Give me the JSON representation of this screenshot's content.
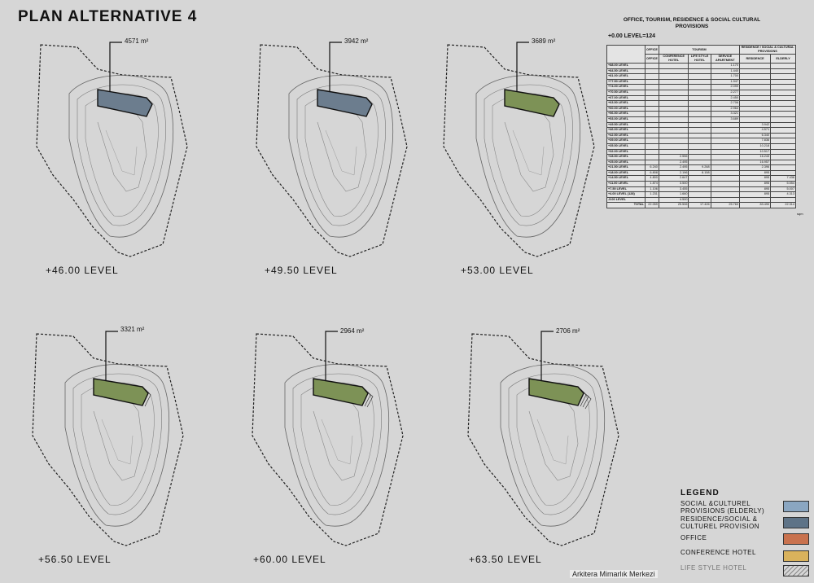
{
  "title": "PLAN ALTERNATIVE 4",
  "plans": [
    {
      "area": "4571 m²",
      "level": "+46.00  LEVEL",
      "fill": "#6c7d8e",
      "steps": 0
    },
    {
      "area": "3942 m²",
      "level": "+49.50  LEVEL",
      "fill": "#6c7d8e",
      "steps": 0
    },
    {
      "area": "3689 m²",
      "level": "+53.00  LEVEL",
      "fill": "#7d9256",
      "steps": 0
    },
    {
      "area": "3321 m²",
      "level": "+56.50 LEVEL",
      "fill": "#7d9256",
      "steps": 1
    },
    {
      "area": "2964 m²",
      "level": "+60.00 LEVEL",
      "fill": "#7d9256",
      "steps": 2
    },
    {
      "area": "2706 m²",
      "level": "+63.50  LEVEL",
      "fill": "#7d9256",
      "steps": 3
    }
  ],
  "table": {
    "title_line1": "OFFICE, TOURISM, RESIDENCE & SOCIAL CULTURAL",
    "title_line2": "PROVISIONS",
    "zero_level": "+0.00 LEVEL=124",
    "groups": {
      "office": "OFFICE",
      "tourism": "TOURISM",
      "residence": "RESIDENCE / SOCIAL & CULTURAL PROVISIONS"
    },
    "columns": [
      "OFFICE",
      "CONFERENCE HOTEL",
      "LIFE STYLE HOTEL",
      "SERVICE APARTMENT",
      "RESIDENCE",
      "ELDERLY"
    ],
    "rows": [
      [
        "+88.00 LEVEL",
        "",
        "",
        "",
        "1.170",
        "",
        ""
      ],
      [
        "+84.50 LEVEL",
        "",
        "",
        "",
        "1.440",
        "",
        ""
      ],
      [
        "+81.00 LEVEL",
        "",
        "",
        "",
        "1.700",
        "",
        ""
      ],
      [
        "+77.50 LEVEL",
        "",
        "",
        "",
        "1.947",
        "",
        ""
      ],
      [
        "+74.00 LEVEL",
        "",
        "",
        "",
        "2.099",
        "",
        ""
      ],
      [
        "+70.50 LEVEL",
        "",
        "",
        "",
        "2.277",
        "",
        ""
      ],
      [
        "+67.00 LEVEL",
        "",
        "",
        "",
        "2.450",
        "",
        ""
      ],
      [
        "+63.50 LEVEL",
        "",
        "",
        "",
        "2.706",
        "",
        ""
      ],
      [
        "+60.00 LEVEL",
        "",
        "",
        "",
        "2.964",
        "",
        ""
      ],
      [
        "+56.50 LEVEL",
        "",
        "",
        "",
        "3.321",
        "",
        ""
      ],
      [
        "+53.00 LEVEL",
        "",
        "",
        "",
        "3.689",
        "",
        ""
      ],
      [
        "+49.50 LEVEL",
        "",
        "",
        "",
        "",
        "3.942",
        ""
      ],
      [
        "+46.00 LEVEL",
        "",
        "",
        "",
        "",
        "4.571",
        ""
      ],
      [
        "+42.50 LEVEL",
        "",
        "",
        "",
        "",
        "6.340",
        ""
      ],
      [
        "+39.00 LEVEL",
        "",
        "",
        "",
        "",
        "7.836",
        ""
      ],
      [
        "+35.50 LEVEL",
        "",
        "",
        "",
        "",
        "10.218",
        ""
      ],
      [
        "+32.00 LEVEL",
        "",
        "",
        "",
        "",
        "10.517",
        ""
      ],
      [
        "+28.50 LEVEL",
        "",
        "2.556",
        "",
        "",
        "16.243",
        ""
      ],
      [
        "+25.00 LEVEL",
        "",
        "2.495",
        "",
        "",
        "16.957",
        ""
      ],
      [
        "+21.50 LEVEL",
        "6.240",
        "2.495",
        "9.268",
        "",
        "2.396",
        ""
      ],
      [
        "+18.00 LEVEL",
        "6.808",
        "2.196",
        "8.158",
        "",
        "895",
        ""
      ],
      [
        "+14.50 LEVEL",
        "4.800",
        "2.647",
        "",
        "",
        "895",
        "7.436"
      ],
      [
        "+11.00 LEVEL",
        "1.874",
        "3.500",
        "",
        "",
        "895",
        "5.554"
      ],
      [
        "+7.50 LEVEL",
        "1.106",
        "3.455",
        "",
        "",
        "895",
        "5.007"
      ],
      [
        "+4.00 LEVEL (128)",
        "1.231",
        "1.660",
        "",
        "",
        "895",
        "4.313"
      ],
      [
        "-5.00 LEVEL",
        "",
        "4.500",
        "",
        "",
        "",
        ""
      ]
    ],
    "total_label": "TOTAL",
    "totals": [
      "22.059",
      "25.506",
      "17.426",
      "25.763",
      "83.490",
      "22.314"
    ],
    "unit": "sqm"
  },
  "legend": {
    "title": "LEGEND",
    "items": [
      {
        "label": "SOCIAL &CULTUREL PROVISIONS (ELDERLY)",
        "color": "#8aa6c1"
      },
      {
        "label": "RESIDENCE/SOCIAL & CULTUREL PROVISION",
        "color": "#5e7387"
      },
      {
        "label": "OFFICE",
        "color": "#c9724e"
      },
      {
        "label": "CONFERENCE HOTEL",
        "color": "#d9b25c"
      },
      {
        "label": "LIFE STYLE HOTEL",
        "color": "#c8c8c8"
      }
    ]
  },
  "watermark": "Arkitera Mimarlık Merkezi"
}
